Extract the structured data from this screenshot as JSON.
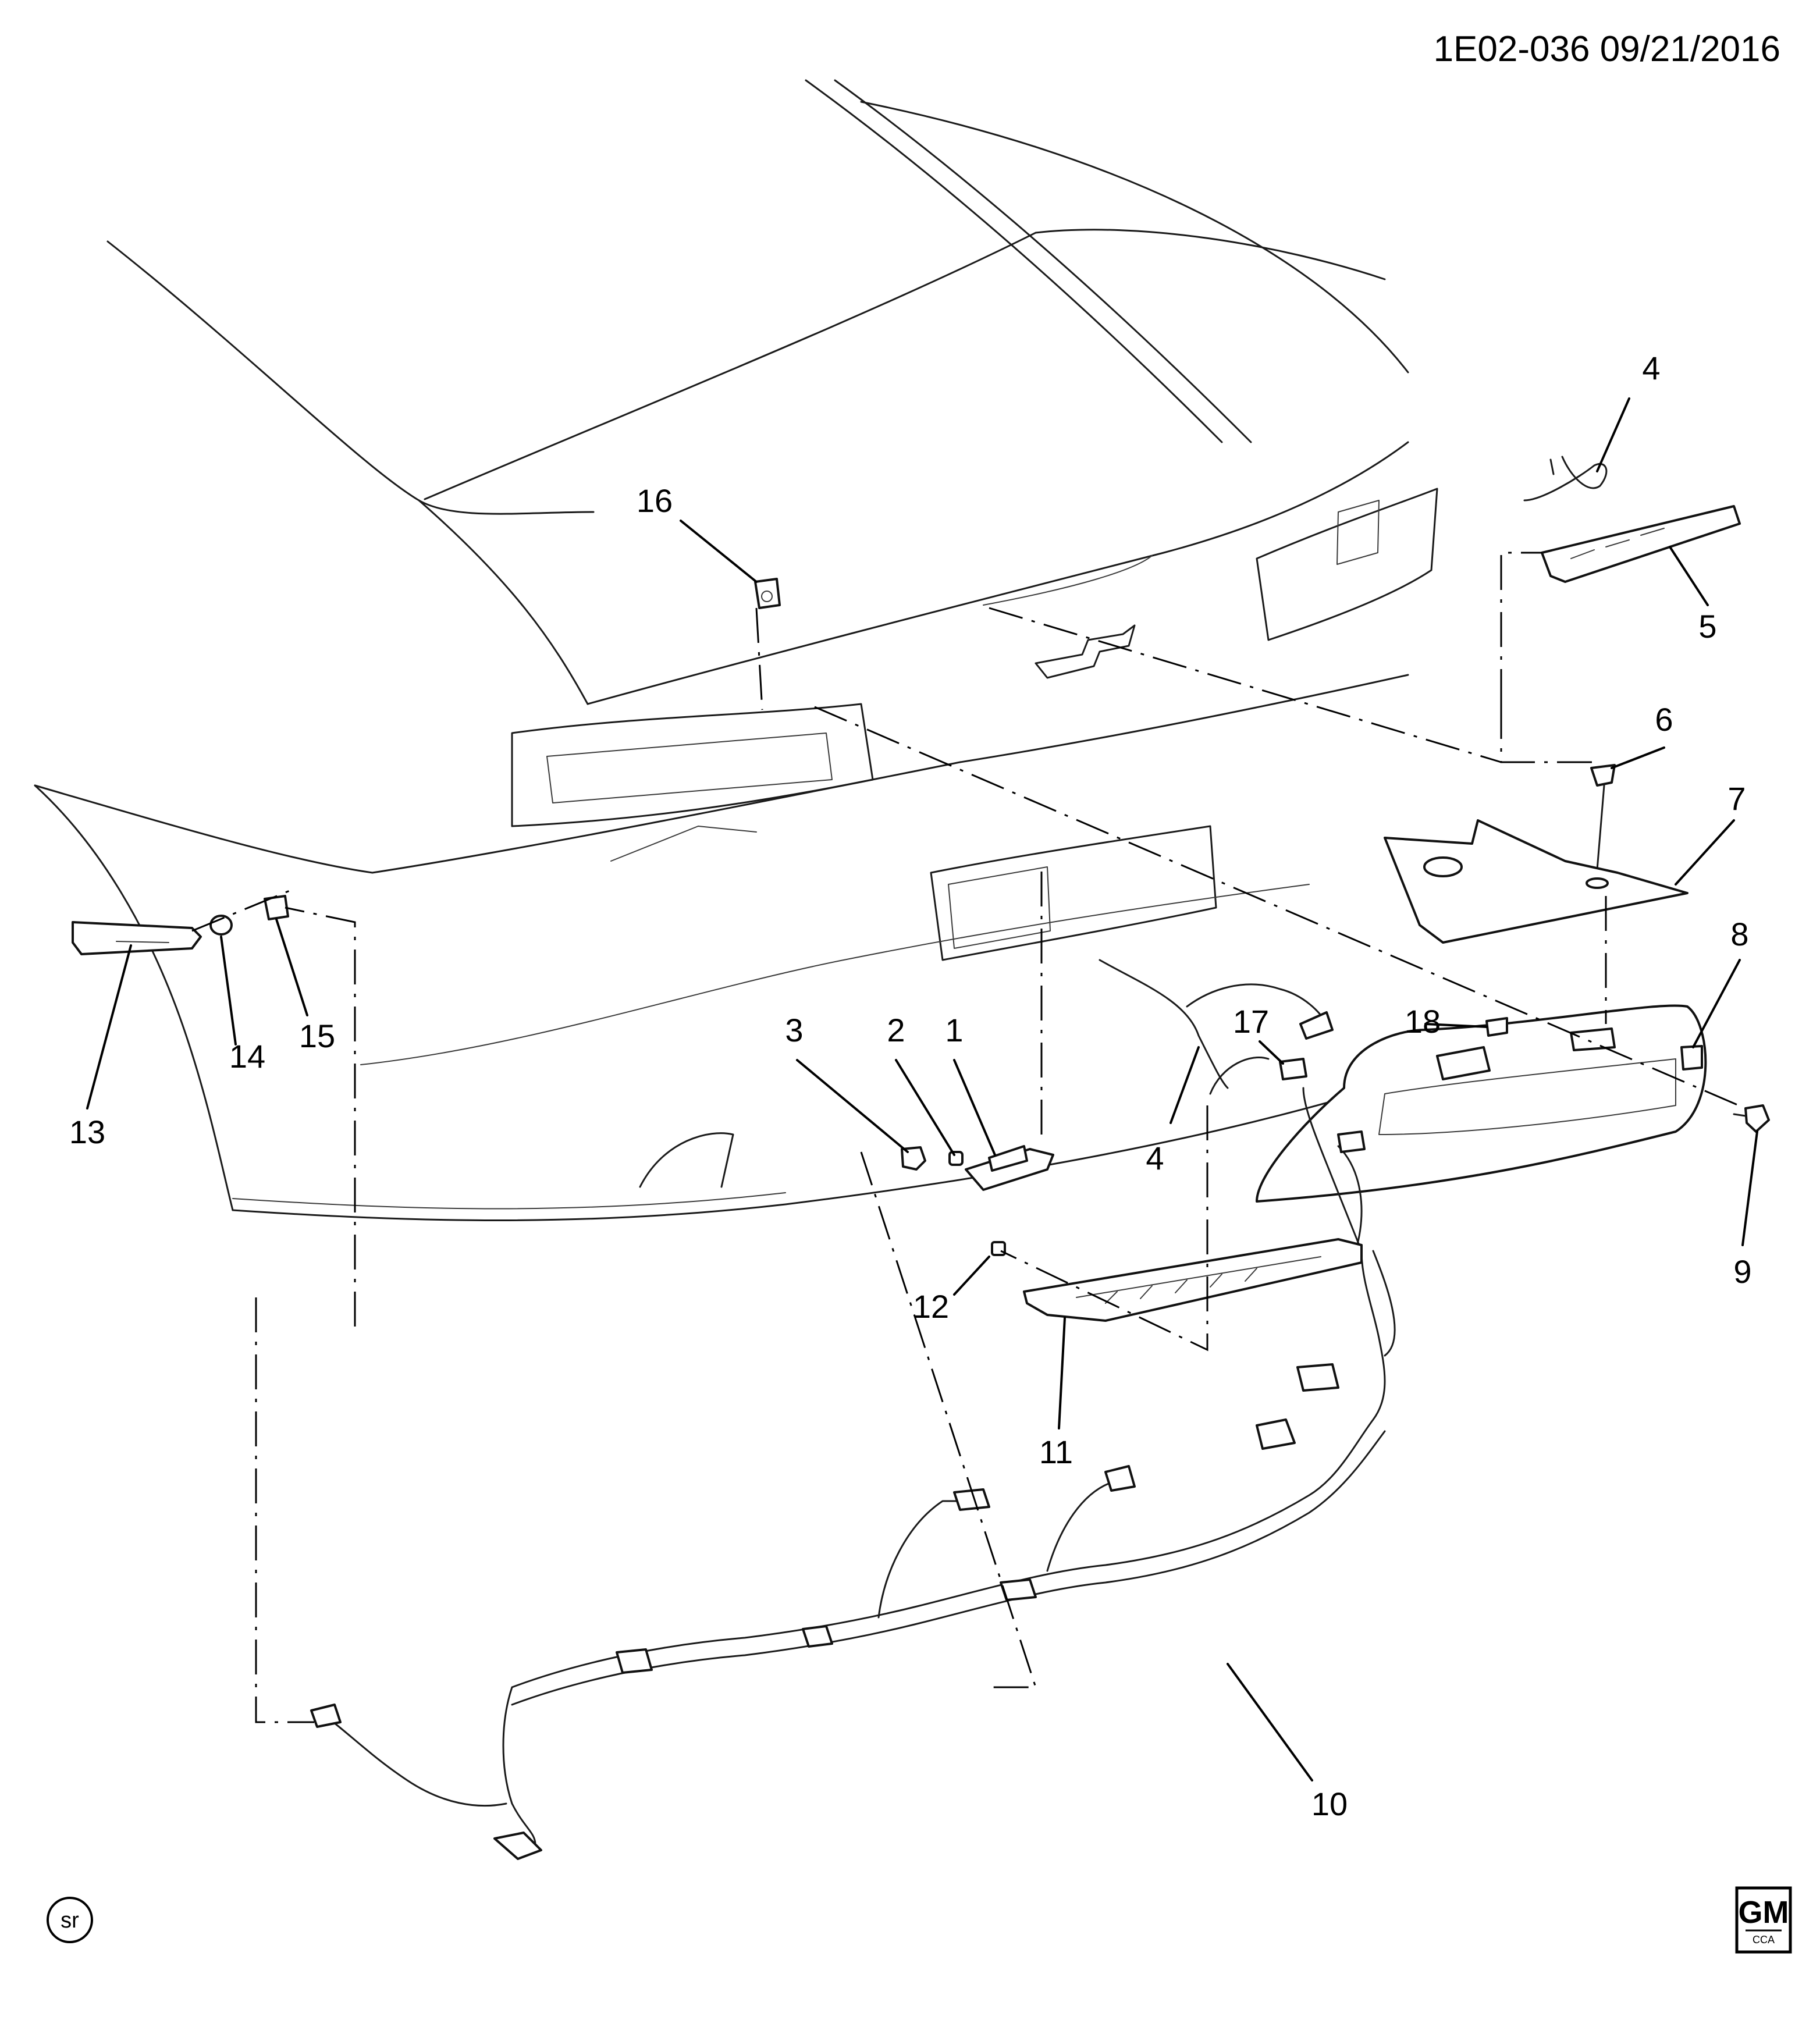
{
  "header": {
    "reference": "1E02-036 09/21/2016"
  },
  "callouts": [
    {
      "id": "1",
      "label": "1"
    },
    {
      "id": "2",
      "label": "2"
    },
    {
      "id": "3",
      "label": "3"
    },
    {
      "id": "4a",
      "label": "4"
    },
    {
      "id": "4b",
      "label": "4"
    },
    {
      "id": "5",
      "label": "5"
    },
    {
      "id": "6",
      "label": "6"
    },
    {
      "id": "7",
      "label": "7"
    },
    {
      "id": "8",
      "label": "8"
    },
    {
      "id": "9",
      "label": "9"
    },
    {
      "id": "10",
      "label": "10"
    },
    {
      "id": "11",
      "label": "11"
    },
    {
      "id": "12",
      "label": "12"
    },
    {
      "id": "13",
      "label": "13"
    },
    {
      "id": "14",
      "label": "14"
    },
    {
      "id": "15",
      "label": "15"
    },
    {
      "id": "16",
      "label": "16"
    },
    {
      "id": "17",
      "label": "17"
    },
    {
      "id": "18",
      "label": "18"
    }
  ],
  "footer": {
    "sr_mark": "sr",
    "logo": {
      "brand": "GM",
      "sub": "CCA"
    }
  }
}
